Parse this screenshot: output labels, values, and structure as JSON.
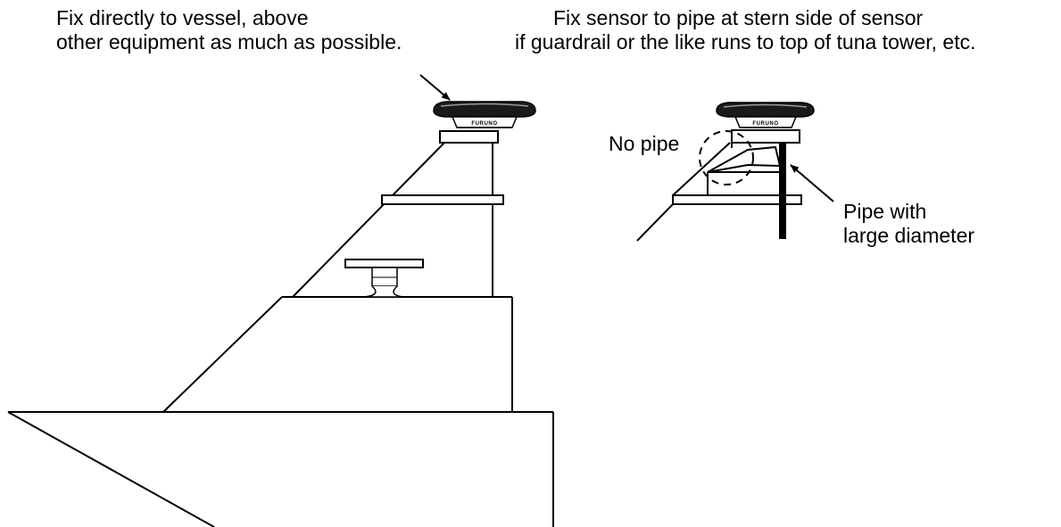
{
  "annotations": {
    "mount_direct": {
      "line1": "Fix directly to vessel, above",
      "line2": "other equipment as much as possible."
    },
    "mount_pipe": {
      "line1": "Fix sensor to pipe at stern side of sensor",
      "line2": "if guardrail or the like runs to top of tuna tower, etc."
    },
    "no_pipe": "No pipe",
    "pipe_large": {
      "line1": "Pipe with",
      "line2": "large diameter"
    }
  },
  "sensor_brand": "FURUNO",
  "colors": {
    "line": "#000000",
    "background": "#ffffff",
    "sensor_body": "#1a1a1a",
    "sensor_highlight": "#9a9a9a"
  }
}
